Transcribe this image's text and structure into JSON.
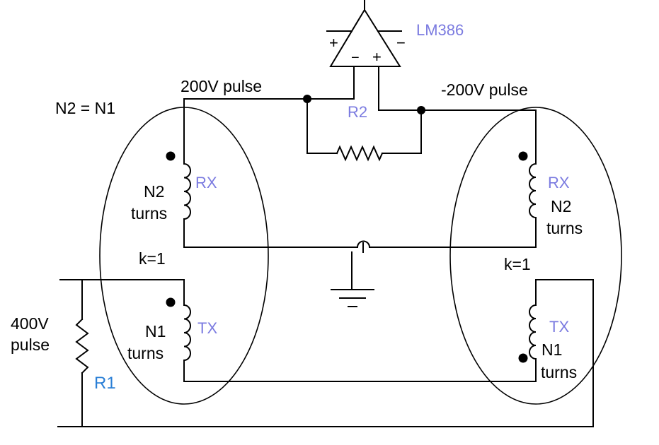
{
  "labels": {
    "chip": "LM386",
    "pulse_pos": "200V pulse",
    "pulse_neg": "-200V pulse",
    "turns_eq": "N2 = N1",
    "r2": "R2",
    "rx_left": "RX",
    "rx_right": "RX",
    "tx_left": "TX",
    "tx_right": "TX",
    "n2_left": "N2",
    "turns_n2_left": "turns",
    "n2_right": "N2",
    "turns_n2_right": "turns",
    "n1_left": "N1",
    "turns_n1_left": "turns",
    "n1_right": "N1",
    "turns_n1_right": "turns",
    "k_left": "k=1",
    "k_right": "k=1",
    "source_v": "400V",
    "source_pulse": "pulse",
    "r1": "R1",
    "op_plus_outer": "+",
    "op_minus_outer": "−",
    "op_minus_inner": "−",
    "op_plus_inner": "+"
  }
}
